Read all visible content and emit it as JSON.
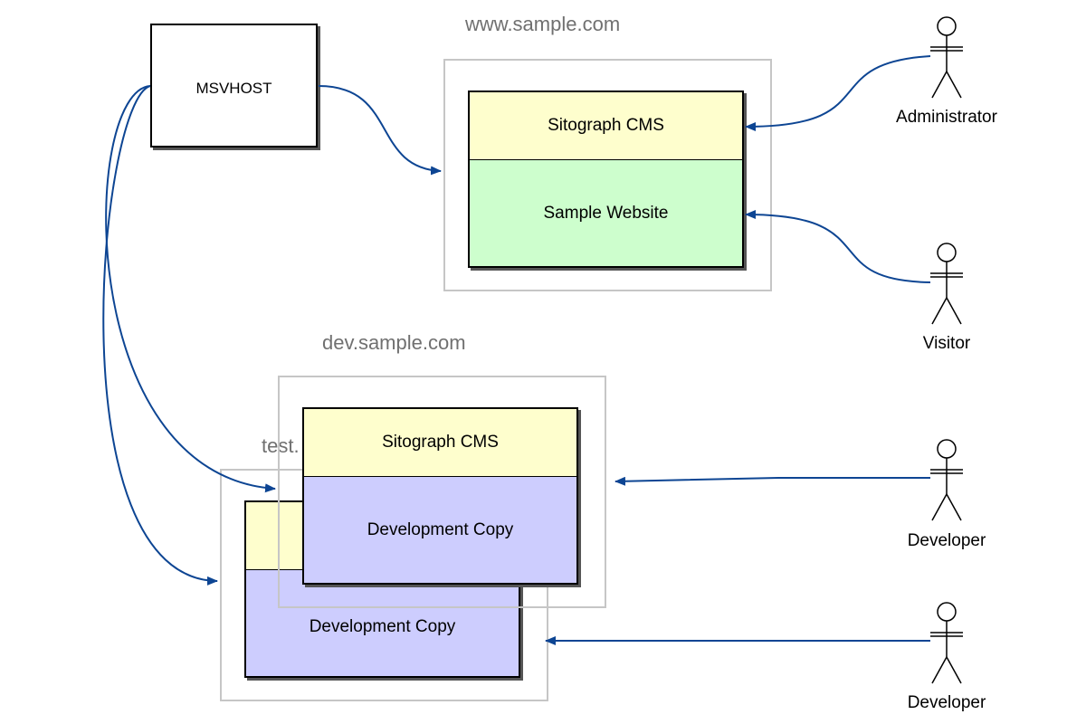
{
  "colors": {
    "cms": "#fefecd",
    "website": "#cdfecd",
    "devcopy": "#cdcdfe",
    "arrow": "#0d4593"
  },
  "host": {
    "label": "MSVHOST"
  },
  "zones": {
    "www": {
      "label": "www.sample.com",
      "cms_label": "Sitograph CMS",
      "site_label": "Sample Website"
    },
    "dev": {
      "label": "dev.sample.com",
      "cms_label": "Sitograph CMS",
      "site_label": "Development Copy"
    },
    "test": {
      "label": "test.",
      "cms_label": "",
      "site_label": "Development Copy"
    }
  },
  "actors": [
    {
      "label": "Administrator",
      "icon": "stick-figure-icon"
    },
    {
      "label": "Visitor",
      "icon": "stick-figure-icon"
    },
    {
      "label": "Developer",
      "icon": "stick-figure-icon"
    },
    {
      "label": "Developer",
      "icon": "stick-figure-icon"
    }
  ]
}
